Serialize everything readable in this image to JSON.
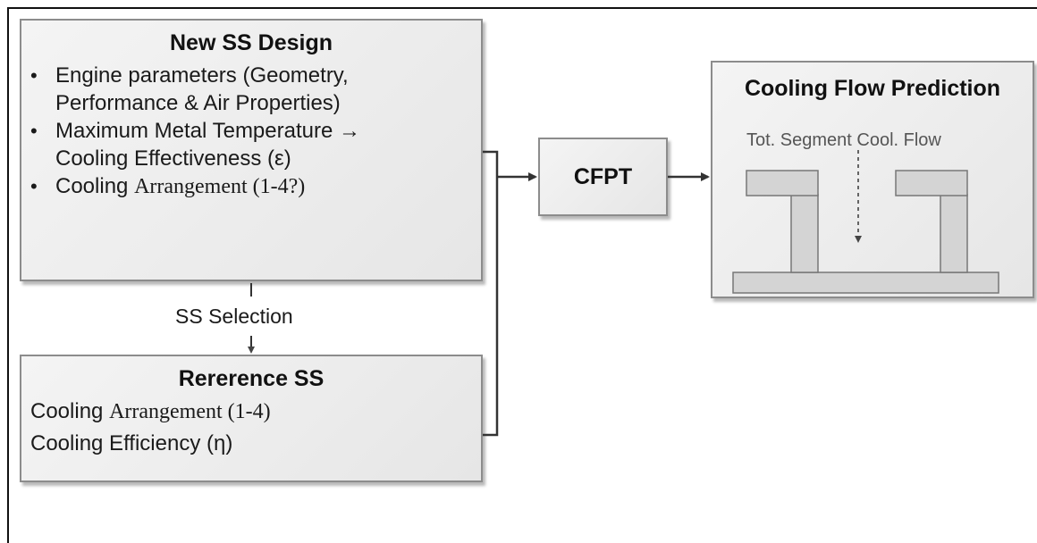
{
  "new_ss_design": {
    "title": "New SS Design",
    "items": [
      {
        "lines": [
          "Engine parameters (Geometry,",
          "Performance & Air Properties)"
        ]
      },
      {
        "lines": [
          "Maximum Metal Temperature →",
          "Cooling Effectiveness (ε)"
        ]
      },
      {
        "line_a": "Cooling ",
        "line_b": "Arrangement (1-4?)"
      }
    ]
  },
  "selection_label": "SS Selection",
  "reference_ss": {
    "title": "Rererence SS",
    "line1_a": "Cooling ",
    "line1_b": "Arrangement (1-4)",
    "line2": "Cooling Efficiency (η)"
  },
  "cfpt": {
    "label": "CFPT"
  },
  "prediction": {
    "title": "Cooling Flow Prediction",
    "flow_label": "Tot. Segment Cool. Flow"
  },
  "colors": {
    "box_border": "#8c8c8c",
    "connector": "#333333",
    "segment_fill": "#d4d4d4"
  }
}
